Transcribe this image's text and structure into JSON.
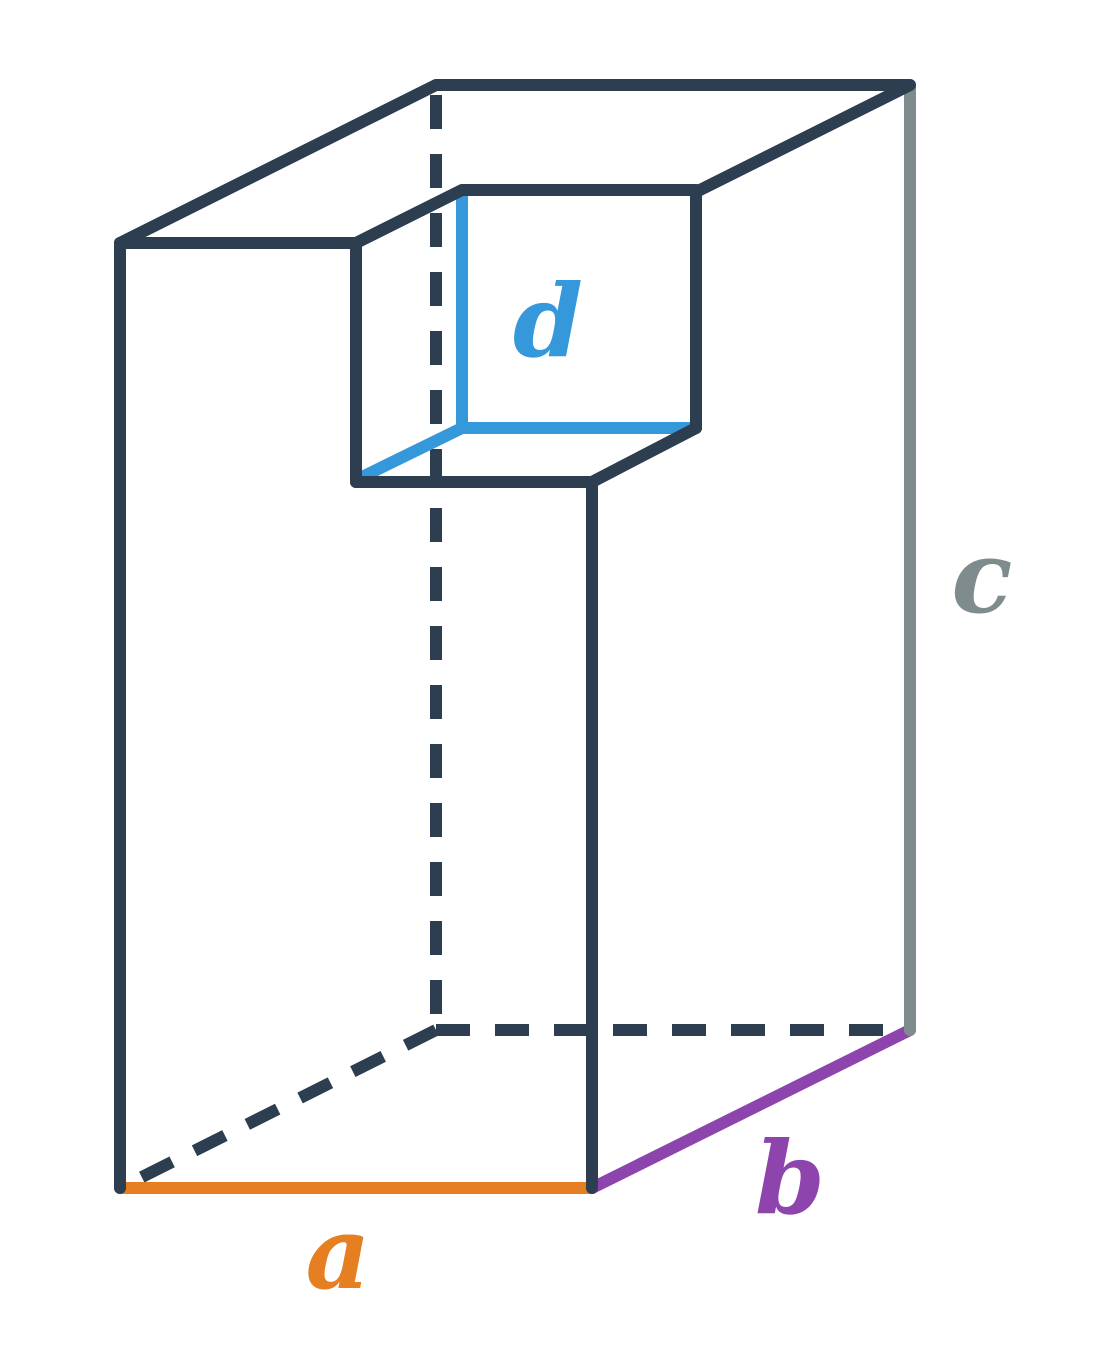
{
  "labels": {
    "a": "a",
    "b": "b",
    "c": "c",
    "d": "d"
  },
  "colors": {
    "outline": "#2c3e50",
    "a": "#e67e22",
    "b": "#8e44ad",
    "c": "#7f8c8d",
    "d": "#3498db",
    "background": "#ffffff"
  }
}
